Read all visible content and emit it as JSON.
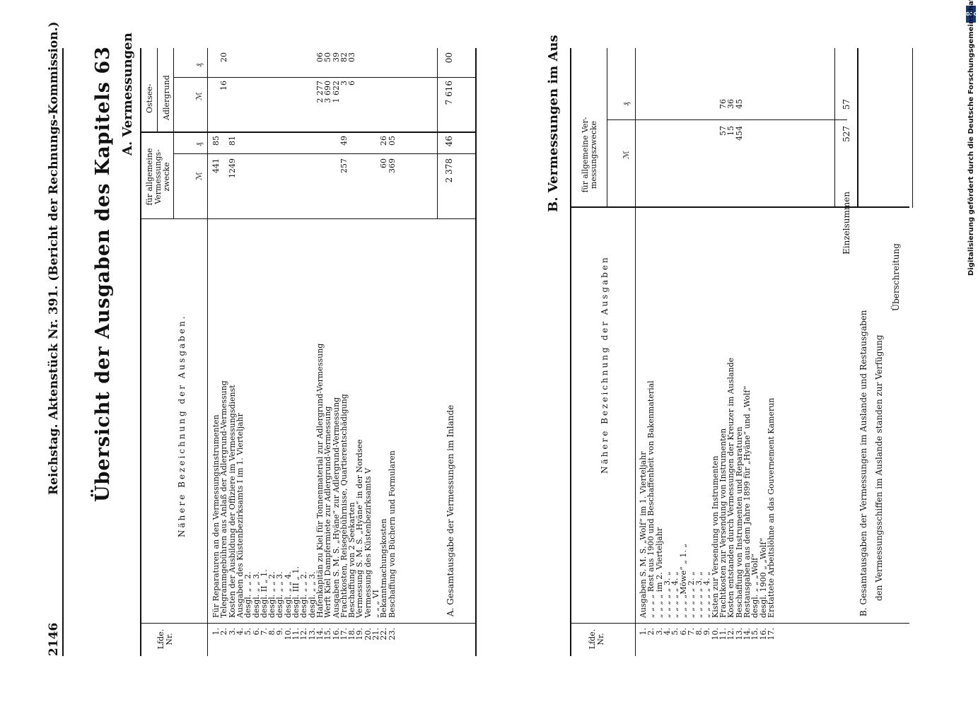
{
  "page": {
    "page_number": "2146",
    "running_header": "Reichstag.  Aktenstück Nr. 391.  (Bericht der Rechnungs-Kommission.)",
    "title": "Übersicht der Ausgaben des Kapitels 63"
  },
  "section_a": {
    "label": "A. Vermessungen",
    "head_nr": "Lfde. Nr.",
    "head_desc": "Nähere Bezeichnung der Ausgaben.",
    "head_allg": "für allgemeine Vermessungs- zwecke",
    "head_ostsee": "Ostsee-",
    "head_adler": "Adlergrund",
    "head_m": "ℳ",
    "head_pf": "₰",
    "rows": [
      {
        "nr": "1.",
        "desc": "Für Reparaturen an den Vermessungsinstrumenten",
        "am": "441",
        "ap": "85",
        "om": "",
        "op": ""
      },
      {
        "nr": "2.",
        "desc": "Telegrammgebühren aus Anlaß der Adlergrund-Vermessung",
        "am": "",
        "ap": "",
        "om": "16",
        "op": "20"
      },
      {
        "nr": "3.",
        "desc": "Kosten der Ausbildung der Offiziere im Vermessungsdienst",
        "am": "1249",
        "ap": "81",
        "om": "",
        "op": ""
      },
      {
        "nr": "4.",
        "desc": "Ausgaben des Küstenbezirksamts I im 1. Vierteljahr",
        "am": "",
        "ap": "",
        "om": "",
        "op": ""
      },
      {
        "nr": "5.",
        "desc": "desgl.      „     „  2.",
        "am": "",
        "ap": "",
        "om": "",
        "op": ""
      },
      {
        "nr": "6.",
        "desc": "desgl.      „     „  3.",
        "am": "",
        "ap": "",
        "om": "",
        "op": ""
      },
      {
        "nr": "7.",
        "desc": "desgl.      II    „  1.",
        "am": "",
        "ap": "",
        "om": "",
        "op": ""
      },
      {
        "nr": "8.",
        "desc": "desgl.      „     „  2.",
        "am": "",
        "ap": "",
        "om": "",
        "op": ""
      },
      {
        "nr": "9.",
        "desc": "desgl.      „     „  3.",
        "am": "",
        "ap": "",
        "om": "",
        "op": ""
      },
      {
        "nr": "10.",
        "desc": "desgl.      „     „  4.",
        "am": "",
        "ap": "",
        "om": "",
        "op": ""
      },
      {
        "nr": "11.",
        "desc": "desgl.      III   „  1.",
        "am": "",
        "ap": "",
        "om": "",
        "op": ""
      },
      {
        "nr": "12.",
        "desc": "desgl.      „     „  2.",
        "am": "",
        "ap": "",
        "om": "",
        "op": ""
      },
      {
        "nr": "13.",
        "desc": "desgl.      „     „  3.",
        "am": "",
        "ap": "",
        "om": "",
        "op": ""
      },
      {
        "nr": "14.",
        "desc": "Hafenkapitän zu Kiel für Tonnenmaterial zur Adlergrund-Vermessung",
        "am": "",
        "ap": "",
        "om": "2 277",
        "op": "06"
      },
      {
        "nr": "15.",
        "desc": "Werft Kiel Dampfermiete zur Adlergrund-Vermessung",
        "am": "",
        "ap": "",
        "om": "3 690",
        "op": "50"
      },
      {
        "nr": "16.",
        "desc": "Ausgaben S. M. S. „Hyäne“ zur Adlergrund-Vermessung",
        "am": "",
        "ap": "",
        "om": "1 622",
        "op": "39"
      },
      {
        "nr": "17.",
        "desc": "Frachtkosten, Reisegebührnisse, Quartierentschädigung",
        "am": "257",
        "ap": "49",
        "om": "3",
        "op": "82"
      },
      {
        "nr": "18.",
        "desc": "Beschaffung von 2 Seekarten",
        "am": "",
        "ap": "",
        "om": "6",
        "op": "03"
      },
      {
        "nr": "19.",
        "desc": "Vermessung S. M. S. „Hyäne“ in der Nordsee",
        "am": "",
        "ap": "",
        "om": "",
        "op": ""
      },
      {
        "nr": "20.",
        "desc": "Vermessung des Küstenbezirksamts V",
        "am": "",
        "ap": "",
        "om": "",
        "op": ""
      },
      {
        "nr": "21.",
        "desc": "      „        „        „        VI",
        "am": "",
        "ap": "",
        "om": "",
        "op": ""
      },
      {
        "nr": "22.",
        "desc": "Bekanntmachungskosten",
        "am": "60",
        "ap": "26",
        "om": "",
        "op": ""
      },
      {
        "nr": "23.",
        "desc": "Beschaffung von Büchern und Formularen",
        "am": "369",
        "ap": "05",
        "om": "",
        "op": ""
      }
    ],
    "total_label": "A. Gesamtausgabe der Vermessungen im Inlande",
    "total_am": "2 378",
    "total_ap": "46",
    "total_om": "7 616",
    "total_op": "00"
  },
  "section_b": {
    "label": "B. Vermessungen im Aus",
    "head_nr": "Lfde. Nr.",
    "head_desc": "Nähere Bezeichnung der Ausgaben",
    "head_allg": "für allgemeine Ver- messungszwecke",
    "head_m": "ℳ",
    "head_pf": "₰",
    "rows": [
      {
        "nr": "1.",
        "desc": "Ausgaben S. M. S. „Wolf“ im 1. Vierteljahr",
        "m": "",
        "p": ""
      },
      {
        "nr": "2.",
        "desc": "„        „   „   „      Rest aus 1900 und Beschaffenheit von Bakenmaterial",
        "m": "",
        "p": ""
      },
      {
        "nr": "3.",
        "desc": "„        „   „   „      im 2. Vierteljahr",
        "m": "",
        "p": ""
      },
      {
        "nr": "4.",
        "desc": "„        „   „   „      „   3.     „",
        "m": "",
        "p": ""
      },
      {
        "nr": "5.",
        "desc": "„        „   „   „      „   4.     „",
        "m": "",
        "p": ""
      },
      {
        "nr": "6.",
        "desc": "„        „   „   „Möwe“ „  1.     „",
        "m": "",
        "p": ""
      },
      {
        "nr": "7.",
        "desc": "„        „   „   „      „   2.     „",
        "m": "",
        "p": ""
      },
      {
        "nr": "8.",
        "desc": "„        „   „   „      „   3.     „",
        "m": "",
        "p": ""
      },
      {
        "nr": "9.",
        "desc": "„        „   „   „      „   4.     „",
        "m": "",
        "p": ""
      },
      {
        "nr": "10.",
        "desc": "Kisten zur Versendung von Instrumenten",
        "m": "",
        "p": ""
      },
      {
        "nr": "11.",
        "desc": "Frachtkosten zur Versendung von Instrumenten",
        "m": "57",
        "p": "76"
      },
      {
        "nr": "12.",
        "desc": "Kosten entstanden durch Vermessungen der Kreuzer im Auslande",
        "m": "15",
        "p": "36"
      },
      {
        "nr": "13.",
        "desc": "Beschaffung von Instrumenten und Reparaturen",
        "m": "454",
        "p": "45"
      },
      {
        "nr": "14.",
        "desc": "Restausgaben aus dem Jahre 1899 für „Hyäne“ und „Wolf“",
        "m": "",
        "p": ""
      },
      {
        "nr": "15.",
        "desc": "desgl.           „       „     „Wolf“",
        "m": "",
        "p": ""
      },
      {
        "nr": "16.",
        "desc": "desgl.       1900   „       „Wolf“",
        "m": "",
        "p": ""
      },
      {
        "nr": "17.",
        "desc": "Erstattete Arbeitslöhne an das Gouvernement Kamerun",
        "m": "",
        "p": ""
      }
    ],
    "einzelsummen_label": "Einzelsummen",
    "einzelsummen_m": "527",
    "einzelsummen_p": "57",
    "total_label_1": "B. Gesamtausgaben der Vermessungen im Auslande und Restausgaben",
    "total_label_2": "den Vermessungsschiffen im Auslande standen zur Verfügung",
    "ueberschreitung_label": "Überschreitung"
  },
  "sidebar": {
    "logo_text": "DFG",
    "credit": "Digitalisierung gefördert durch die Deutsche Forschungsgemeinschaft"
  }
}
